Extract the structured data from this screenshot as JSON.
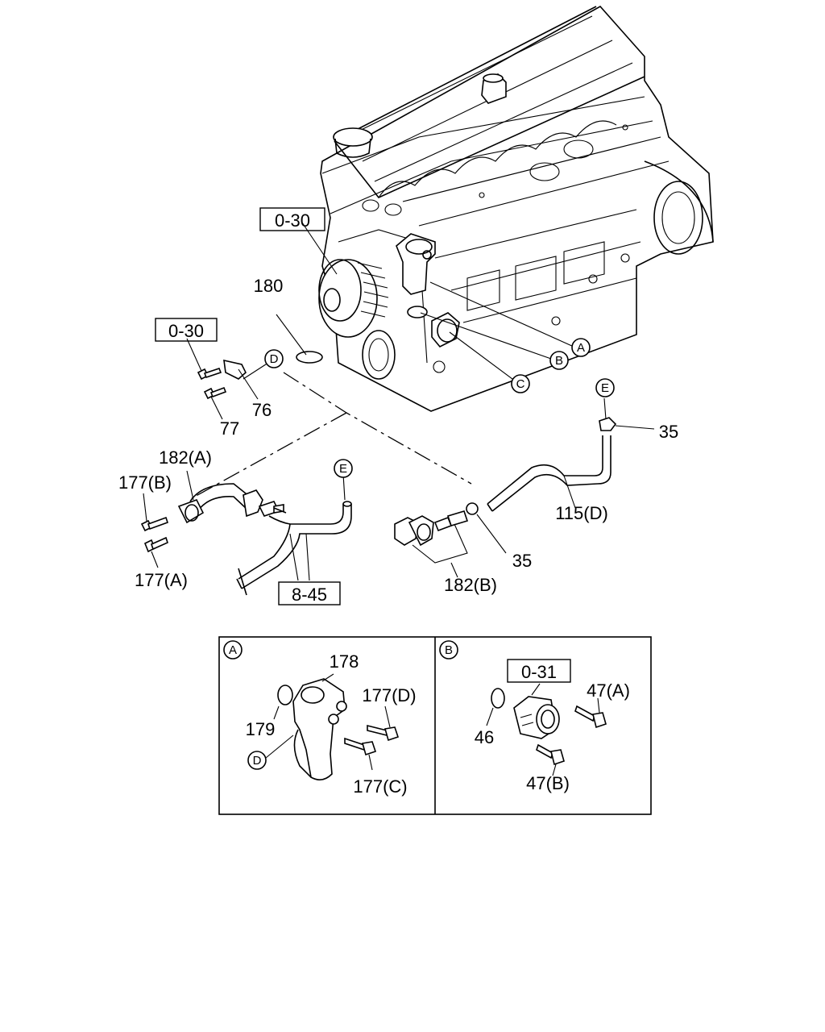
{
  "refs": {
    "r030_top": "0-30",
    "r030_left": "0-30",
    "r845": "8-45",
    "r031": "0-31"
  },
  "parts": {
    "p180": "180",
    "p76": "76",
    "p77": "77",
    "p182a": "182(A)",
    "p177b": "177(B)",
    "p177a": "177(A)",
    "p35_top": "35",
    "p35_mid": "35",
    "p115d": "115(D)",
    "p182b": "182(B)",
    "p178": "178",
    "p179": "179",
    "p177d": "177(D)",
    "p177c": "177(C)",
    "p47a": "47(A)",
    "p46": "46",
    "p47b": "47(B)"
  },
  "callouts": {
    "A": "A",
    "B": "B",
    "C": "C",
    "D": "D",
    "E": "E"
  },
  "insets": {
    "a_letter": "A",
    "b_letter": "B"
  }
}
